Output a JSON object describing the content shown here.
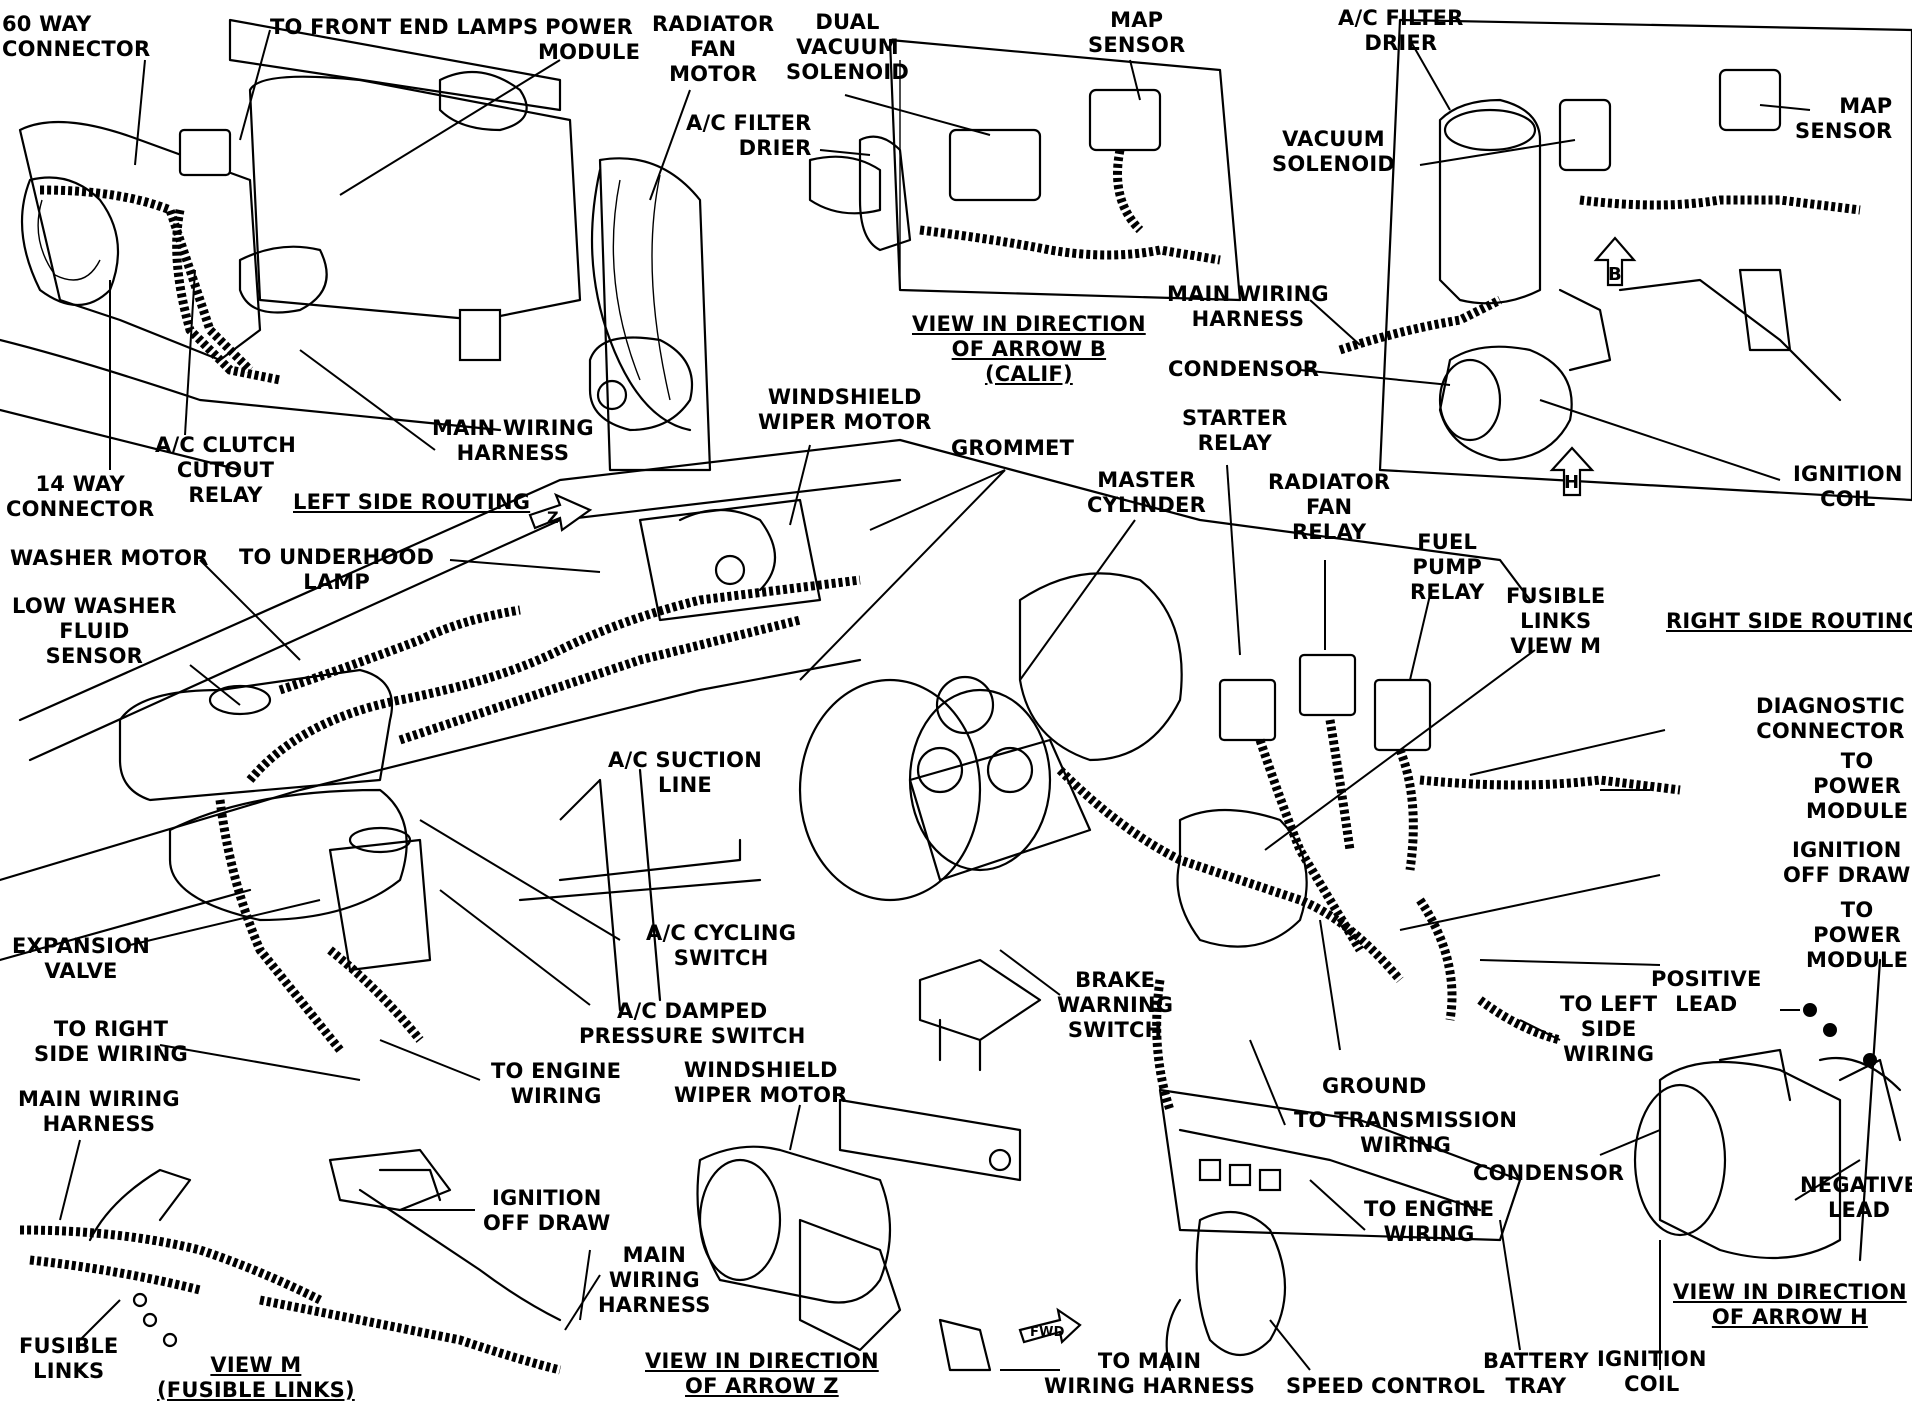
{
  "labels": {
    "way60": "60 WAY\nCONNECTOR",
    "front_lamps": "TO FRONT END LAMPS",
    "power_module": "POWER\nMODULE",
    "rad_fan_motor": "RADIATOR\nFAN\nMOTOR",
    "dual_vac": "DUAL\nVACUUM\nSOLENOID",
    "map_top": "MAP\nSENSOR",
    "ac_filter_top": "A/C FILTER\nDRIER",
    "map_right": "MAP\nSENSOR",
    "ac_filter_mid": "A/C FILTER\nDRIER",
    "vacuum_sol": "VACUUM\nSOLENOID",
    "view_arrow_b": "VIEW IN DIRECTION\nOF ARROW B\n(CALIF)",
    "main_harness_top": "MAIN WIRING\nHARNESS",
    "condensor_top": "CONDENSOR",
    "ignition_coil_top": "IGNITION\nCOIL",
    "ac_clutch": "A/C CLUTCH\nCUTOUT\nRELAY",
    "main_harness_left": "MAIN WIRING\nHARNESS",
    "way14": "14 WAY\nCONNECTOR",
    "left_routing": "LEFT SIDE ROUTING",
    "wiper_motor_top": "WINDSHIELD\nWIPER MOTOR",
    "grommet": "GROMMET",
    "starter_relay": "STARTER\nRELAY",
    "master_cyl": "MASTER\nCYLINDER",
    "rad_fan_relay": "RADIATOR\nFAN\nRELAY",
    "fuel_pump": "FUEL\nPUMP\nRELAY",
    "fusible_view_m": "FUSIBLE\nLINKS\nVIEW M",
    "right_routing": "RIGHT SIDE ROUTING",
    "washer_motor": "WASHER MOTOR",
    "underhood": "TO UNDERHOOD\nLAMP",
    "low_washer": "LOW WASHER\nFLUID\nSENSOR",
    "diag": "DIAGNOSTIC\nCONNECTOR",
    "to_power_1": "TO\nPOWER\nMODULE",
    "ac_suction": "A/C SUCTION\nLINE",
    "ign_off_1": "IGNITION\nOFF DRAW",
    "to_power_2": "TO\nPOWER\nMODULE",
    "expansion": "EXPANSION\nVALVE",
    "ac_cycling": "A/C CYCLING\nSWITCH",
    "ac_damped": "A/C DAMPED\nPRESSURE SWITCH",
    "brake_warn": "BRAKE\nWARNING\nSWITCH",
    "positive": "POSITIVE\nLEAD",
    "to_left_side": "TO LEFT\nSIDE\nWIRING",
    "to_right_side": "TO RIGHT\nSIDE WIRING",
    "to_engine_1": "TO ENGINE\nWIRING",
    "wiper_motor_bot": "WINDSHIELD\nWIPER MOTOR",
    "ground": "GROUND",
    "to_trans": "TO TRANSMISSION\nWIRING",
    "main_harness_bl": "MAIN WIRING\nHARNESS",
    "ign_off_2": "IGNITION\nOFF DRAW",
    "condensor_bot": "CONDENSOR",
    "negative": "NEGATIVE\nLEAD",
    "to_engine_2": "TO ENGINE\nWIRING",
    "main_wiring_3": "MAIN\nWIRING\nHARNESS",
    "fusible_links": "FUSIBLE\nLINKS",
    "view_m": "VIEW M\n(FUSIBLE LINKS)",
    "view_arrow_z": "VIEW IN DIRECTION\nOF ARROW Z",
    "to_main_harness": "TO MAIN\nWIRING HARNESS",
    "speed_control": "SPEED CONTROL",
    "battery_tray": "BATTERY\nTRAY",
    "ignition_coil_bot": "IGNITION\nCOIL",
    "view_arrow_h": "VIEW IN DIRECTION\nOF ARROW H"
  },
  "markers": {
    "arrow_b": "B",
    "arrow_h": "H",
    "arrow_z": "Z",
    "fwd": "FWD"
  }
}
